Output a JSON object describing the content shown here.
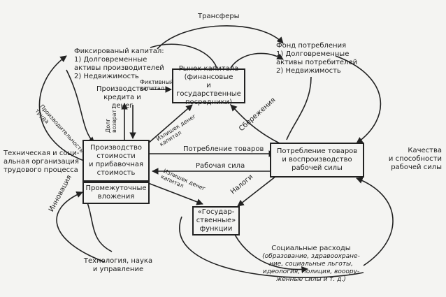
{
  "nodes": {
    "fixed_capital": "Фиксированый капитал:\n1) Долговременные\nактивы производителей\n2) Недвижимость",
    "consumption_fund": "Фонд потребления\n1) Долговременные\nактивы потребителей\n2) Недвижимость",
    "capital_market": "Рынок капитала\n(финансовые\nи государственные\nпосредники)",
    "production": "Производство\nстоимости\nи прибавочная\nстоимость",
    "intermediate": "Промежуточные\nвложения",
    "consumption": "Потребление товаров\nи воспроизводство\nрабочей силы",
    "state": "«Государ-\nственные»\nфункции"
  },
  "labels": {
    "transfers": "Трансферы",
    "credit_production": "Производство\nкредита и денег",
    "fictitious_capital": "Фиктивный\nкапитал",
    "debt_return": "Долг\nвозврат",
    "surplus_money_up": "Излишек денег\nкапитал",
    "surplus_money_down": "Излишек денег\nкапитал",
    "productivity": "Производительность\nтруда",
    "savings": "Сбережения",
    "goods_consumption": "Потребление товаров",
    "labor_force": "Рабочая сила",
    "taxes": "Налоги",
    "innovation": "Инновация",
    "tech_social_org": "Техническая и соци-\nальная организация\nтрудового процесса",
    "labor_quality": "Качества\nи способности\nрабочей силы",
    "technology": "Технология, наука\nи управление",
    "social_spending_title": "Социальные расходы",
    "social_spending_detail": "(образование, здравоохране-\nние, социальные льготы,\nидеология, полиция, вооору-\nженные силы и т. д.)"
  }
}
